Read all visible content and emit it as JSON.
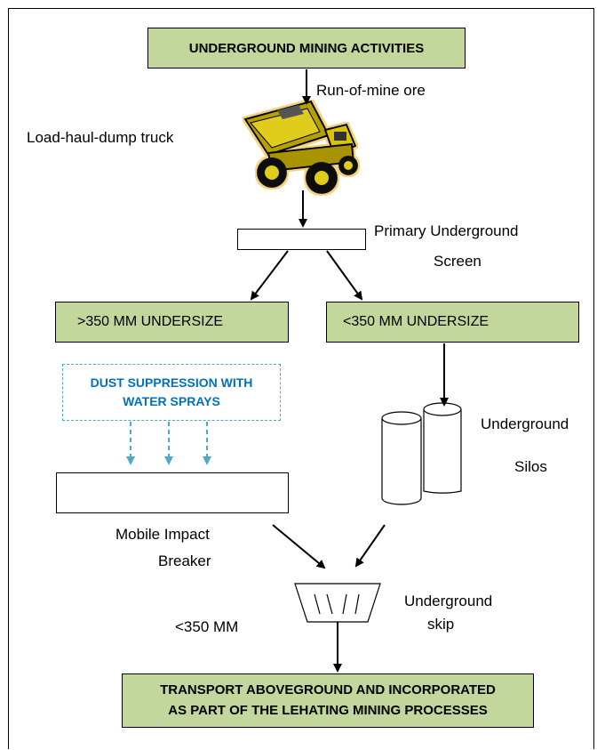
{
  "title_box": "UNDERGROUND MINING ACTIVITIES",
  "run_of_mine": "Run-of-mine ore",
  "truck_label": "Load-haul-dump truck",
  "screen_label_line1": "Primary Underground",
  "screen_label_line2": "Screen",
  "left_box": ">350 MM UNDERSIZE",
  "right_box": "<350 MM UNDERSIZE",
  "dust_line1": "DUST SUPPRESSION WITH",
  "dust_line2": "WATER SPRAYS",
  "silos_line1": "Underground",
  "silos_line2": "Silos",
  "breaker_line1": "Mobile Impact",
  "breaker_line2": "Breaker",
  "skip_line1": "Underground",
  "skip_line2": "skip",
  "size_note": "<350 MM",
  "final_line1": "TRANSPORT ABOVEGROUND AND INCORPORATED",
  "final_line2": "AS PART OF THE LEHATING MINING PROCESSES",
  "colors": {
    "green_box": "#c3d69b",
    "dust_border": "#4bacc6",
    "dust_text": "#0070c0",
    "truck_body": "#c8b400"
  },
  "icons": [
    "dump-truck-icon",
    "silos-icon",
    "skip-icon"
  ]
}
